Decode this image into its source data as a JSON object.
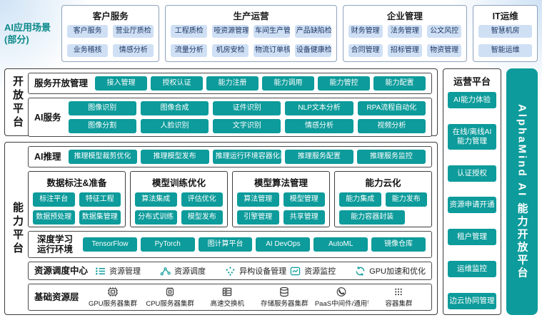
{
  "colors": {
    "teal": "#0d9b9b",
    "light_blue_chip": "#cfe0f5",
    "chip_text": "#1f3864"
  },
  "app_scenarios": {
    "label": "AI应用场景\n(部分)",
    "groups": [
      {
        "title": "客户服务",
        "items": [
          "客户服务",
          "营业厅质检",
          "业务稽核",
          "情感分析"
        ]
      },
      {
        "title": "生产运营",
        "items": [
          "工程质检",
          "哑资源管理",
          "车间生产管理",
          "产品缺陷检测",
          "流量分析",
          "机房安检",
          "物流订单核查",
          "设备健康检测"
        ]
      },
      {
        "title": "企业管理",
        "items": [
          "财务管理",
          "法务管理",
          "公文风控",
          "合同管理",
          "招标管理",
          "物资管理"
        ]
      },
      {
        "title": "IT运维",
        "items": [
          "智慧机房",
          "智能运维"
        ]
      }
    ]
  },
  "open_platform": {
    "label": "开放平台",
    "service_mgmt": {
      "title": "服务开放管理",
      "items": [
        "接入管理",
        "授权认证",
        "能力注册",
        "能力调用",
        "能力管控",
        "能力配置"
      ]
    },
    "ai_services": {
      "title": "AI服务",
      "items": [
        "图像识别",
        "图像合成",
        "证件识别",
        "NLP文本分析",
        "RPA流程自动化",
        "图像分割",
        "人脸识别",
        "文字识别",
        "情感分析",
        "视频分析"
      ]
    }
  },
  "capability_platform": {
    "label": "能力平台",
    "ai_inference": {
      "title": "AI推理",
      "items": [
        "推理模型裁剪优化",
        "推理模型发布",
        "推理运行环境容器化封装",
        "推理服务配置",
        "推理服务监控"
      ]
    },
    "data_prep": {
      "title": "数据标注&准备",
      "items": [
        "标注平台",
        "特征工程",
        "数据预处理",
        "数据集管理"
      ]
    },
    "training": {
      "title": "模型训练优化",
      "items": [
        "算法集成",
        "评估优化",
        "分布式训练",
        "模型发布"
      ]
    },
    "algo_mgmt": {
      "title": "模型算法管理",
      "items": [
        "算法管理",
        "模型管理",
        "引擎管理",
        "共享管理"
      ]
    },
    "cloudify": {
      "title": "能力云化",
      "items": [
        "能力集成",
        "能力发布",
        "能力容器封装"
      ]
    },
    "dl_env": {
      "title": "深度学习\n运行环境",
      "items": [
        "TensorFlow",
        "PyTorch",
        "图计算平台",
        "AI DevOps",
        "AutoML",
        "镜像仓库"
      ]
    },
    "resource_center": {
      "title": "资源调度中心",
      "items": [
        {
          "icon": "resource-list-icon",
          "label": "资源管理"
        },
        {
          "icon": "schedule-graph-icon",
          "label": "资源调度"
        },
        {
          "icon": "device-cluster-icon",
          "label": "异构设备管理"
        },
        {
          "icon": "monitor-chart-icon",
          "label": "资源监控"
        },
        {
          "icon": "gpu-accel-icon",
          "label": "GPU加速和优化"
        }
      ]
    },
    "base_layer": {
      "title": "基础资源层",
      "items": [
        {
          "icon": "gpu-chip-icon",
          "label": "GPU服务器集群"
        },
        {
          "icon": "cpu-chip-icon",
          "label": "CPU服务器集群"
        },
        {
          "icon": "switch-icon",
          "label": "高速交换机"
        },
        {
          "icon": "storage-icon",
          "label": "存储服务器集群"
        },
        {
          "icon": "paas-icon",
          "label": "PaaS中间件/通用镜像仓库"
        },
        {
          "icon": "container-icon",
          "label": "容器集群"
        }
      ]
    }
  },
  "operations_platform": {
    "title": "运营平台",
    "items": [
      "AI能力体验",
      "在线/离线AI\n能力管理",
      "认证授权",
      "资源申请开通",
      "租户管理",
      "运维监控",
      "边云协同管理"
    ]
  },
  "banner": {
    "text": "AlphaMind AI 能力开放平台"
  }
}
